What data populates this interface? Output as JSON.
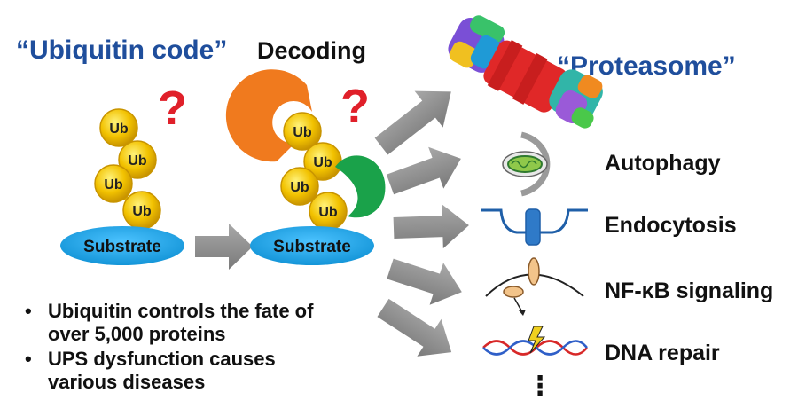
{
  "titles": {
    "code": "“Ubiquitin code”",
    "decoding": "Decoding",
    "proteasome": "“Proteasome”"
  },
  "ub_label": "Ub",
  "question_mark": "?",
  "substrate_label": "Substrate",
  "fates": {
    "autophagy": "Autophagy",
    "endocytosis": "Endocytosis",
    "nfkb": "NF-κB signaling",
    "dna_repair": "DNA repair",
    "more": "⋮"
  },
  "bullets": [
    {
      "marker": "•",
      "lines": [
        "Ubiquitin controls the fate of",
        "over 5,000 proteins"
      ]
    },
    {
      "marker": "•",
      "lines": [
        "UPS dysfunction causes",
        "various diseases"
      ]
    }
  ],
  "colors": {
    "title_blue": "#1f4e9c",
    "ub_yellow": "#f2c200",
    "substrate_blue": "#1aa3e8",
    "question_red": "#e0202a",
    "reader_orange": "#f07a1e",
    "reader_green": "#1aa24a",
    "arrow_gray": "#8c8c8c"
  }
}
